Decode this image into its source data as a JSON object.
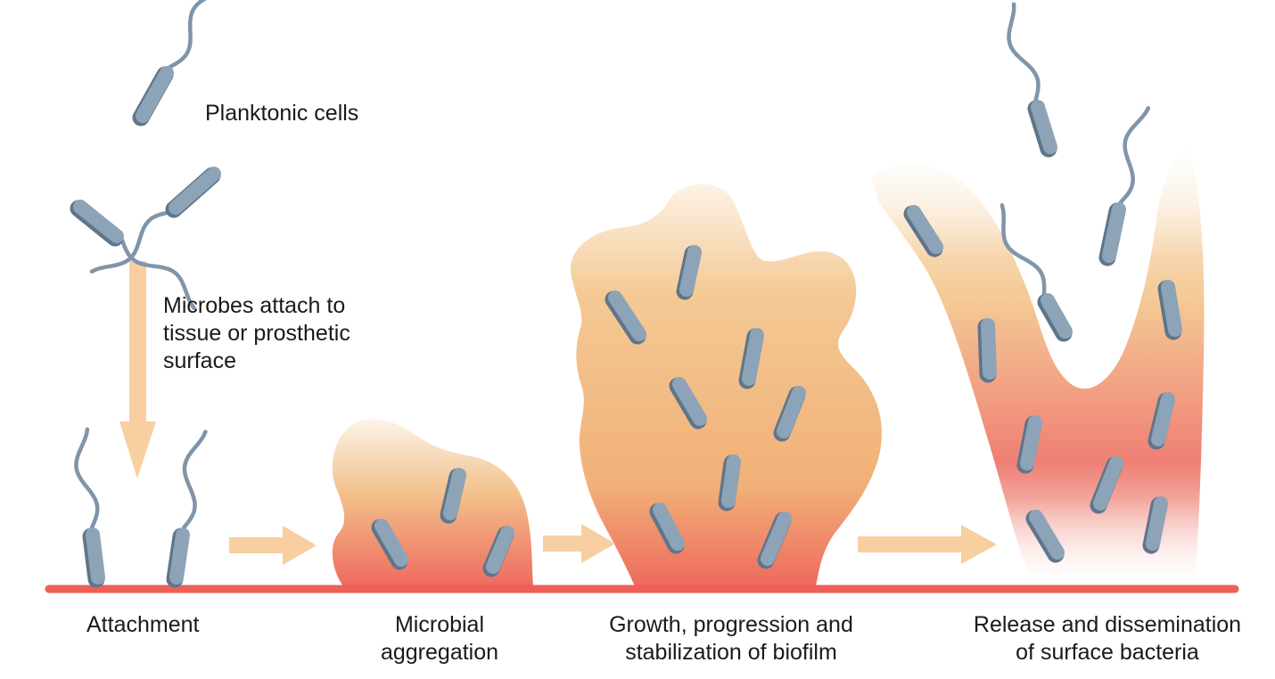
{
  "labels": {
    "planktonic": "Planktonic cells",
    "attach_note": [
      "Microbes attach to",
      "tissue or prosthetic",
      "surface"
    ],
    "attachment": "Attachment",
    "aggregation": [
      "Microbial",
      "aggregation"
    ],
    "growth": [
      "Growth, progression and",
      "stabilization of biofilm"
    ],
    "release": [
      "Release and dissemination",
      "of surface bacteria"
    ]
  },
  "colors": {
    "bacterium_fill": "#8da4b8",
    "bacterium_shade": "#5f7589",
    "flagellum": "#7f95a9",
    "arrow": "#f8cfa0",
    "surface": "#ee5f57",
    "biofilm_top": "#fbe9d6",
    "biofilm_mid": "#f2bf84",
    "biofilm_bottom": "#ef6b60",
    "text": "#1a1a1a"
  },
  "icons": [
    "bacterium-icon",
    "flagellum-icon",
    "arrow-right-icon",
    "arrow-down-icon"
  ]
}
